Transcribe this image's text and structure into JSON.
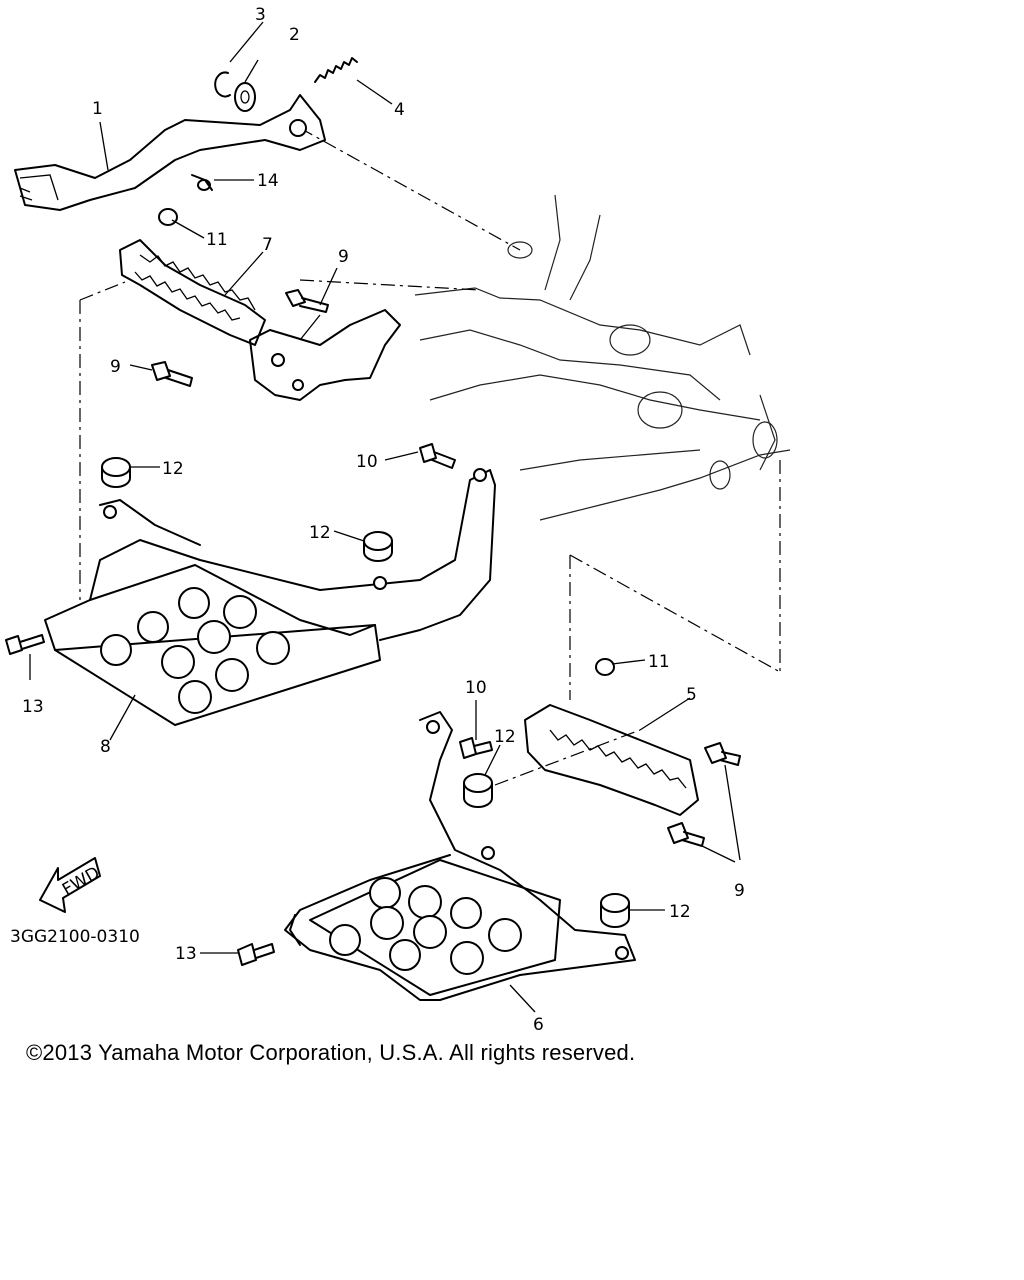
{
  "diagram": {
    "callouts": {
      "c1": "1",
      "c2": "2",
      "c3": "3",
      "c4": "4",
      "c5": "5",
      "c6": "6",
      "c7": "7",
      "c8": "8",
      "c9a": "9",
      "c9b": "9",
      "c9c": "9",
      "c10a": "10",
      "c10b": "10",
      "c11a": "11",
      "c11b": "11",
      "c12a": "12",
      "c12b": "12",
      "c12c": "12",
      "c12d": "12",
      "c13a": "13",
      "c13b": "13",
      "c14": "14"
    },
    "fwd_label": "FWD",
    "ref_code": "3GG2100-0310"
  },
  "footer": {
    "copyright": "©2013 Yamaha Motor Corporation, U.S.A. All rights reserved."
  }
}
